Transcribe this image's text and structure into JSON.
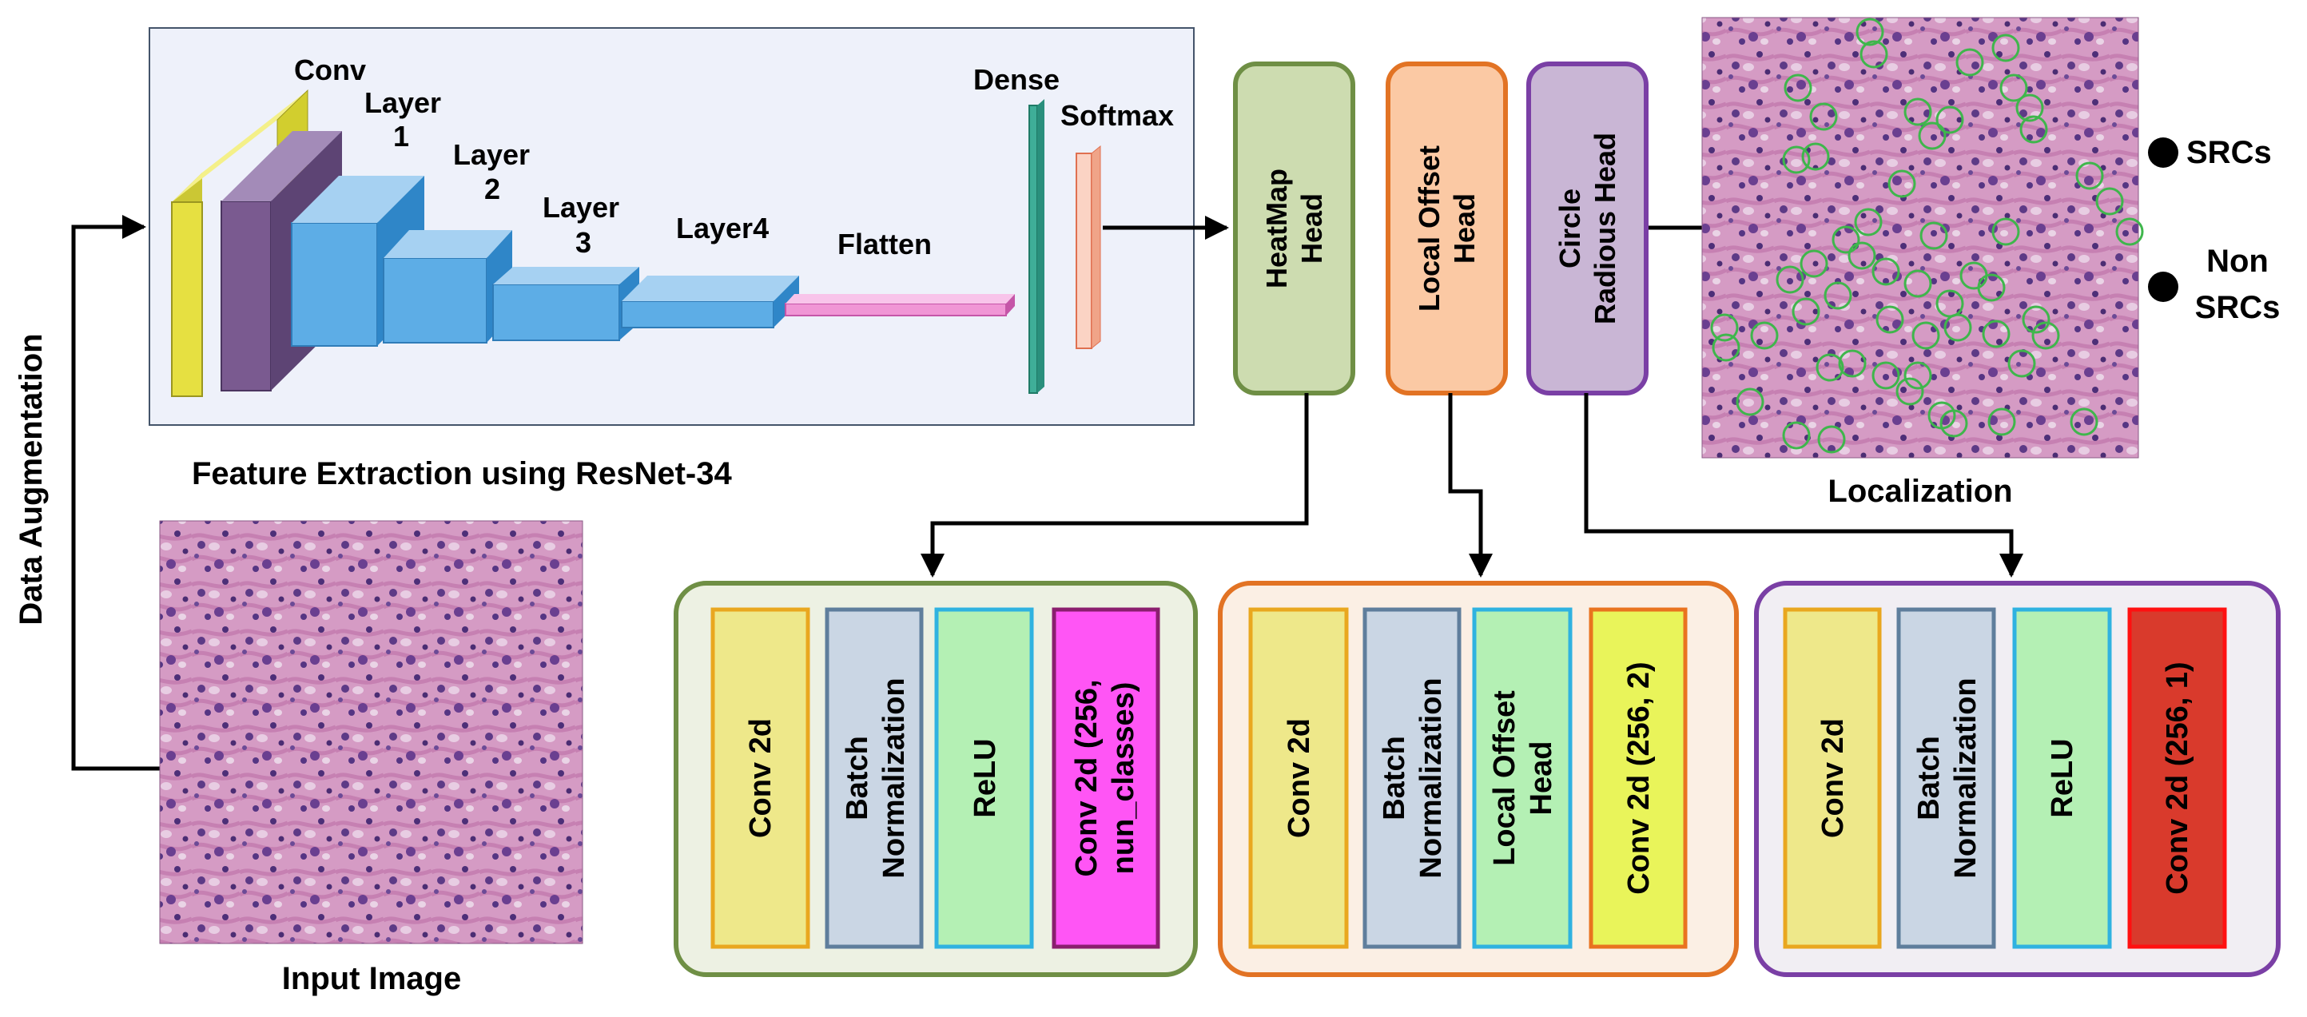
{
  "feature_extraction": {
    "caption": "Feature Extraction using ResNet-34",
    "layers": {
      "conv": "Conv",
      "layer1_a": "Layer",
      "layer1_b": "1",
      "layer2_a": "Layer",
      "layer2_b": "2",
      "layer3_a": "Layer",
      "layer3_b": "3",
      "layer4": "Layer4",
      "flatten": "Flatten",
      "dense": "Dense",
      "softmax": "Softmax"
    }
  },
  "side_label": "Data Augmentation",
  "input_caption": "Input Image",
  "heads": {
    "heatmap": [
      "HeatMap",
      "Head"
    ],
    "local_offset": [
      "Local Offset",
      "Head"
    ],
    "circle_radius": [
      "Circle",
      "Radious Head"
    ]
  },
  "localization": {
    "caption": "Localization",
    "legend": {
      "srcs": "SRCs",
      "non_srcs_a": "Non",
      "non_srcs_b": "SRCs"
    }
  },
  "heatmap_branch": {
    "blocks": [
      [
        "Conv 2d"
      ],
      [
        "Batch",
        "Normalization"
      ],
      [
        "ReLU"
      ],
      [
        "Conv 2d (256,",
        "nun_classes)"
      ]
    ]
  },
  "offset_branch": {
    "blocks": [
      [
        "Conv 2d"
      ],
      [
        "Batch",
        "Normalization"
      ],
      [
        "Local Offset",
        "Head"
      ],
      [
        "Conv 2d (256, 2)"
      ]
    ]
  },
  "radius_branch": {
    "blocks": [
      [
        "Conv 2d"
      ],
      [
        "Batch",
        "Normalization"
      ],
      [
        "ReLU"
      ],
      [
        "Conv 2d (256, 1)"
      ]
    ]
  },
  "colors": {
    "heatmap_green": "#cddcb0",
    "offset_orange": "#fbc9a4",
    "radius_purple": "#c9b6d5",
    "yellow": "#eee88a",
    "slate": "#cad6e4",
    "mint": "#b4f0b4",
    "magenta": "#ff55f5",
    "lime": "#e9f45a",
    "red": "#d93a2c",
    "cell_circle": "#3fb64c",
    "tissue": "#c77fae"
  }
}
